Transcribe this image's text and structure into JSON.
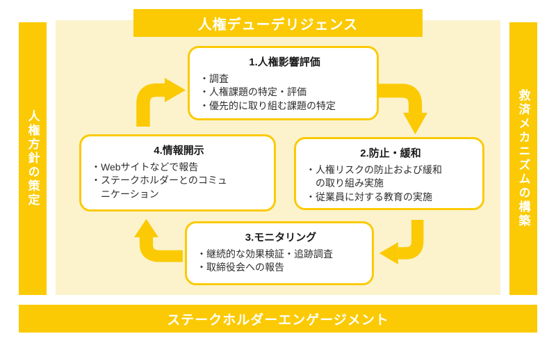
{
  "colors": {
    "yellow": "#FBCA04",
    "cream": "#FCF3CD",
    "box_background": "#FFFFFF",
    "banner_text": "#FFFFFF",
    "body_text": "#2E2E2E"
  },
  "banners": {
    "top": "人権デューデリジェンス",
    "bottom": "ステークホルダーエンゲージメント",
    "left": "人権方針の策定",
    "right": "救済メカニズムの構築"
  },
  "steps": [
    {
      "title": "1.人権影響評価",
      "items": [
        "調査",
        "人権課題の特定・評価",
        "優先的に取り組む課題の特定"
      ]
    },
    {
      "title": "2.防止・緩和",
      "items": [
        "人権リスクの防止および緩和\nの取り組み実施",
        "従業員に対する教育の実施"
      ]
    },
    {
      "title": "3.モニタリング",
      "items": [
        "継続的な効果検証・追跡調査",
        "取締役会への報告"
      ]
    },
    {
      "title": "4.情報開示",
      "items": [
        "Webサイトなどで報告",
        "ステークホルダーとのコミュ\nニケーション"
      ]
    }
  ],
  "arrows": [
    {
      "id": "arrow-tl",
      "meaning": "step4-to-step1",
      "direction": "up-then-right"
    },
    {
      "id": "arrow-tr",
      "meaning": "step1-to-step2",
      "direction": "right-then-down"
    },
    {
      "id": "arrow-br",
      "meaning": "step2-to-step3",
      "direction": "down-then-left"
    },
    {
      "id": "arrow-bl",
      "meaning": "step3-to-step4",
      "direction": "left-then-up"
    }
  ]
}
